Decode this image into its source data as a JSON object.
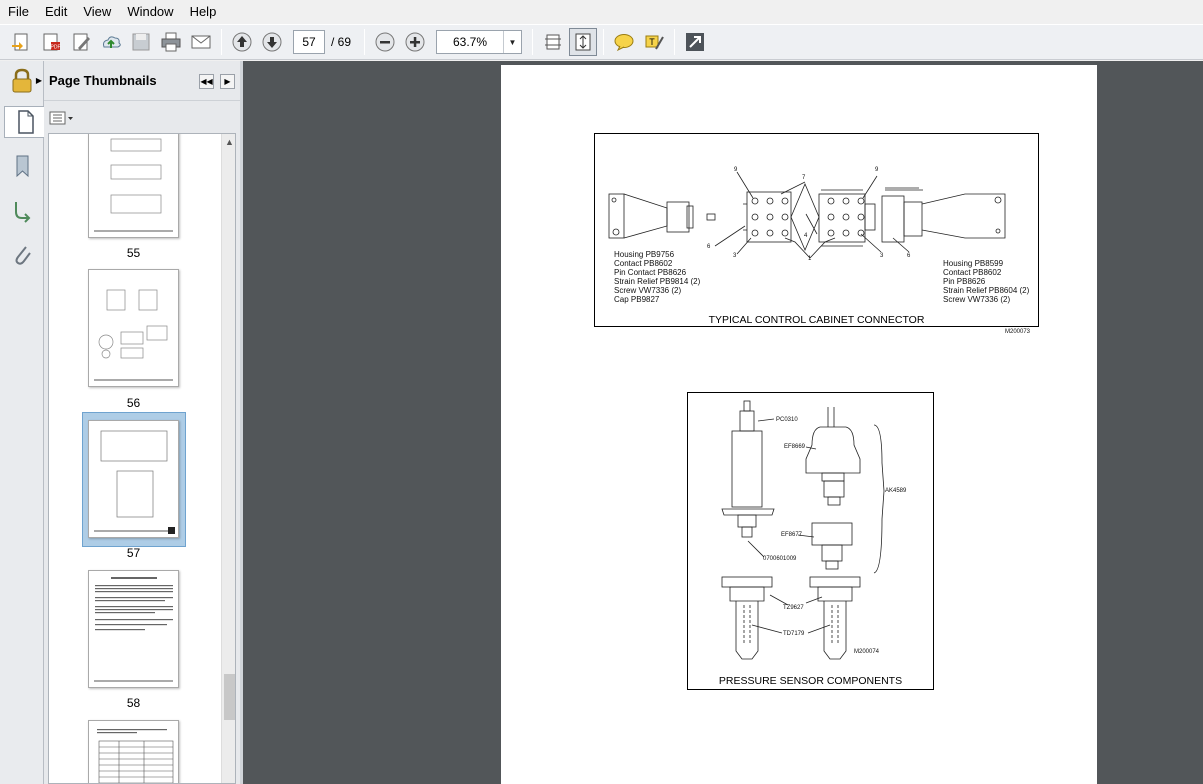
{
  "menu": [
    "File",
    "Edit",
    "View",
    "Window",
    "Help"
  ],
  "toolbar": {
    "current_page": "57",
    "page_total": "/ 69",
    "zoom": "63.7%"
  },
  "panel": {
    "title": "Page Thumbnails"
  },
  "thumbnails": [
    {
      "label": "55"
    },
    {
      "label": "56"
    },
    {
      "label": "57"
    },
    {
      "label": "58"
    }
  ],
  "page": {
    "fig1": {
      "title": "TYPICAL CONTROL CABINET CONNECTOR",
      "code": "M200073",
      "left_parts": [
        "Housing PB9756",
        "Contact PB8602",
        "Pin Contact PB8626",
        "Strain Relief PB9814 (2)",
        "Screw VW7336  (2)",
        "Cap PB9827"
      ],
      "right_parts": [
        "Housing PB8599",
        "Contact PB8602",
        "Pin PB8626",
        "Strain Relief PB8604  (2)",
        "Screw VW7336  (2)"
      ],
      "pin_numbers": {
        "n9a": "9",
        "n7": "7",
        "n9b": "9",
        "n6a": "6",
        "n4": "4",
        "n3a": "3",
        "n1": "1",
        "n3b": "3",
        "n6b": "6"
      }
    },
    "fig2": {
      "title": "PRESSURE SENSOR COMPONENTS",
      "code": "M200074",
      "labels": {
        "pc": "PC0310",
        "ef8669": "EF8669",
        "ak": "AK4589",
        "ef8677": "EF8677",
        "part": "0700601009",
        "tz": "TZ9627",
        "td": "TD7179"
      }
    }
  }
}
